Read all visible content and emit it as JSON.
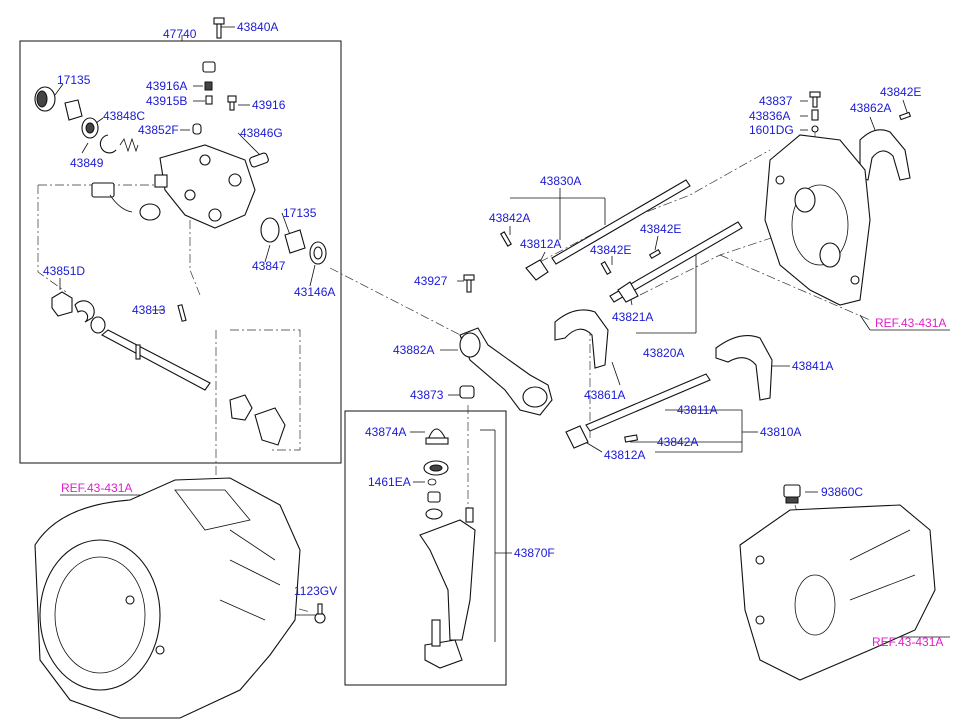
{
  "parts": {
    "p47740": "47740",
    "p43840A": "43840A",
    "p17135_top": "17135",
    "p43916A": "43916A",
    "p43915B": "43915B",
    "p43916": "43916",
    "p43848C": "43848C",
    "p43852F": "43852F",
    "p43846G": "43846G",
    "p43849": "43849",
    "p17135_mid": "17135",
    "p43847": "43847",
    "p43146A": "43146A",
    "p43851D": "43851D",
    "p43813": "43813",
    "p43927": "43927",
    "p43882A": "43882A",
    "p43873": "43873",
    "p43874A": "43874A",
    "p1461EA": "1461EA",
    "p43870F": "43870F",
    "p1123GV": "1123GV",
    "p43830A": "43830A",
    "p43842A_top": "43842A",
    "p43812A_top": "43812A",
    "p43842E_mid": "43842E",
    "p43842E_right": "43842E",
    "p43821A": "43821A",
    "p43820A": "43820A",
    "p43861A": "43861A",
    "p43841A": "43841A",
    "p43811A": "43811A",
    "p43810A": "43810A",
    "p43842A_bot": "43842A",
    "p43812A_bot": "43812A",
    "p43837": "43837",
    "p43836A": "43836A",
    "p1601DG": "1601DG",
    "p43842E_top": "43842E",
    "p43862A": "43862A",
    "p93860C": "93860C"
  },
  "refs": {
    "ref_right_mid": "REF.43-431A",
    "ref_left": "REF.43-431A",
    "ref_right_bottom": "REF.43-431A"
  },
  "colors": {
    "label": "#1a1ad6",
    "reference": "#e020c8",
    "line": "#111111"
  }
}
